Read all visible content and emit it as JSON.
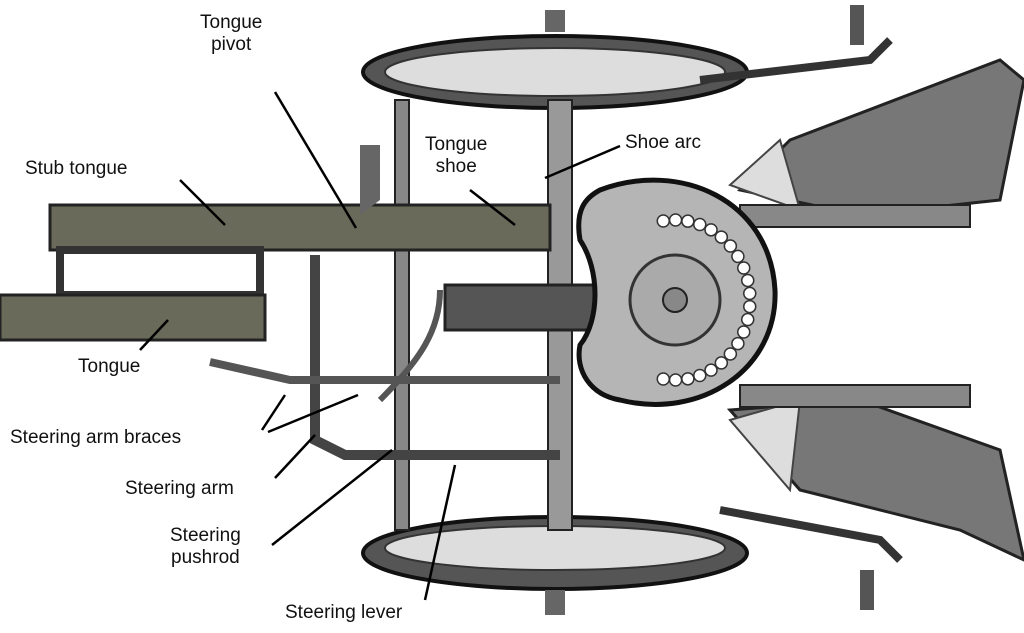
{
  "labels": {
    "tongue_pivot": [
      "Tongue",
      "pivot"
    ],
    "stub_tongue": "Stub tongue",
    "tongue_shoe": [
      "Tongue",
      "shoe"
    ],
    "shoe_arc": "Shoe arc",
    "tongue": "Tongue",
    "steering_arm_braces": "Steering arm braces",
    "steering_arm": "Steering arm",
    "steering_pushrod": [
      "Steering",
      "pushrod"
    ],
    "steering_lever": "Steering lever"
  }
}
